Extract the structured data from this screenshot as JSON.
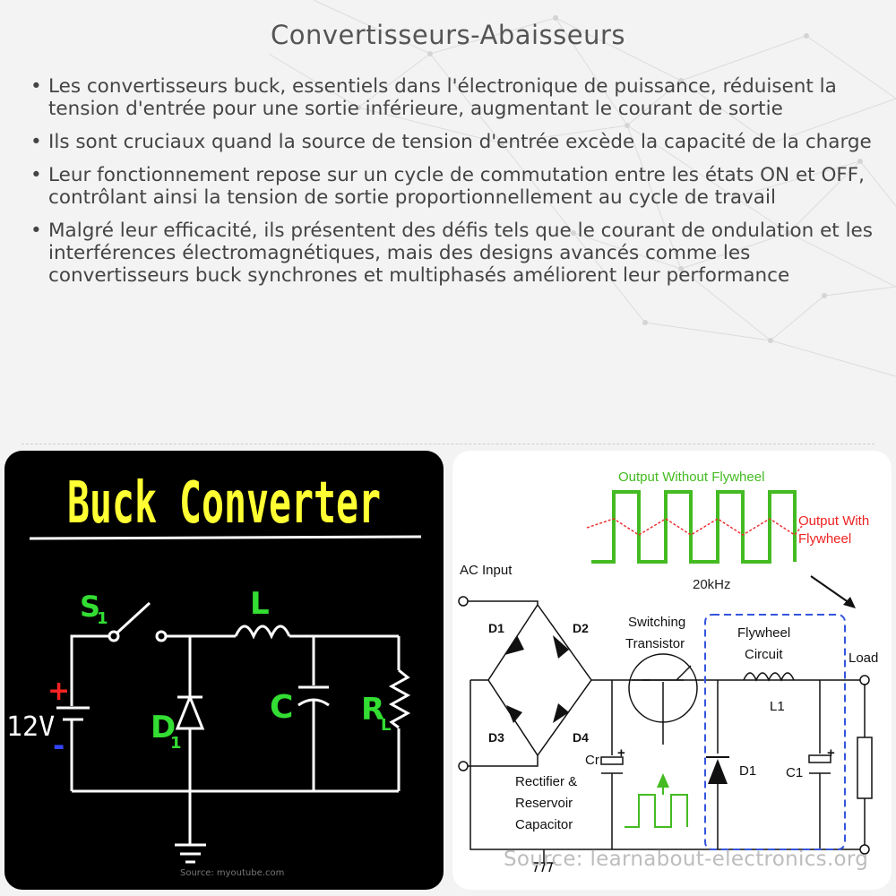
{
  "title": "Convertisseurs-Abaisseurs",
  "bullets": [
    "Les convertisseurs buck, essentiels dans l'électronique de puissance, réduisent la tension d'entrée pour une sortie inférieure, augmentant le courant de sortie",
    "Ils sont cruciaux quand la source de tension d'entrée excède la capacité de la charge",
    "Leur fonctionnement repose sur un cycle de commutation entre les états ON et OFF, contrôlant ainsi la tension de sortie proportionnellement au cycle de travail",
    "Malgré leur efficacité, ils présentent des défis tels que le courant de ondulation et les interférences électromagnétiques, mais des designs avancés comme les convertisseurs buck synchrones et multiphasés améliorent leur performance"
  ],
  "left_figure": {
    "heading": "Buck Converter",
    "labels": {
      "switch": "S",
      "switch_sub": "1",
      "inductor": "L",
      "diode": "D",
      "diode_sub": "1",
      "capacitor": "C",
      "load": "R",
      "load_sub": "L",
      "source": "12V",
      "plus": "+",
      "minus": "-"
    },
    "source": "Source: myoutube.com",
    "colors": {
      "heading": "#ffff33",
      "components": "#33dd33",
      "polarity_plus": "#ff2222",
      "polarity_minus": "#3344ff"
    }
  },
  "right_figure": {
    "labels": {
      "wave_without": "Output Without Flywheel",
      "wave_with_1": "Output With",
      "wave_with_2": "Flywheel",
      "frequency": "20kHz",
      "ac_input": "AC Input",
      "d1": "D1",
      "d2": "D2",
      "d3": "D3",
      "d4": "D4",
      "cr": "Cr",
      "rect_1": "Rectifier &",
      "rect_2": "Reservoir",
      "rect_3": "Capacitor",
      "switch_1": "Switching",
      "switch_2": "Transistor",
      "fly_1": "Flywheel",
      "fly_2": "Circuit",
      "l1": "L1",
      "d1_out": "D1",
      "c1": "C1",
      "load": "Load",
      "plus": "+"
    },
    "source": "Source: learnabout-electronics.org",
    "colors": {
      "square_wave": "#44bb22",
      "ripple_wave": "#ee3333",
      "flywheel_box": "#3355dd",
      "output_text": "#ee2222"
    }
  }
}
